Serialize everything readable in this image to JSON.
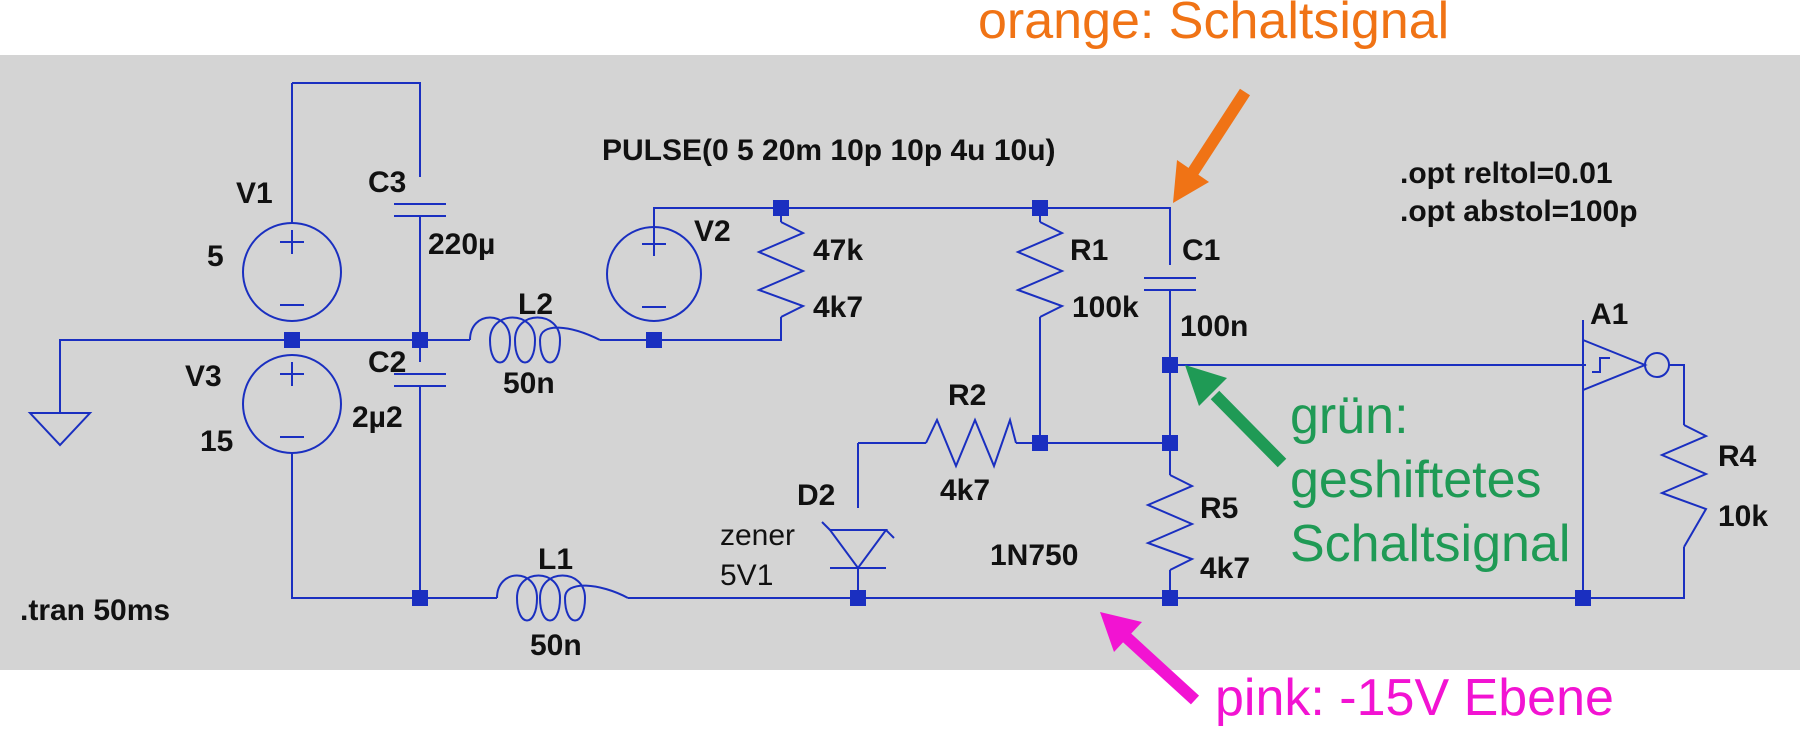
{
  "colors": {
    "background": "#d4d4d4",
    "wire": "#1a2fc0",
    "text": "#111111",
    "orange": "#f07315",
    "green": "#1f9a55",
    "pink": "#f213d2"
  },
  "annotations": {
    "orange": "orange: Schaltsignal",
    "green_line1": "grün:",
    "green_line2": "geshiftetes",
    "green_line3": "Schaltsignal",
    "pink": "pink: -15V Ebene"
  },
  "directives": {
    "pulse": "PULSE(0 5 20m 10p 10p 4u 10u)",
    "opt1": ".opt reltol=0.01",
    "opt2": ".opt abstol=100p",
    "tran": ".tran 50ms"
  },
  "components": {
    "v1_name": "V1",
    "v1_value": "5",
    "v3_name": "V3",
    "v3_value": "15",
    "v2_name": "V2",
    "c3_name": "C3",
    "c3_value": "220µ",
    "c2_name": "C2",
    "c2_value": "2µ2",
    "l2_name": "L2",
    "l2_value": "50n",
    "l1_name": "L1",
    "l1_value": "50n",
    "v2_res_1": "47k",
    "v2_res_2": "4k7",
    "r1_name": "R1",
    "r1_value": "100k",
    "c1_name": "C1",
    "c1_value": "100n",
    "r2_name": "R2",
    "r2_value": "4k7",
    "d2_name": "D2",
    "d2_type1": "zener",
    "d2_type2": "5V1",
    "d2_model": "1N750",
    "r5_name": "R5",
    "r5_value": "4k7",
    "a1_name": "A1",
    "r4_name": "R4",
    "r4_value": "10k"
  }
}
